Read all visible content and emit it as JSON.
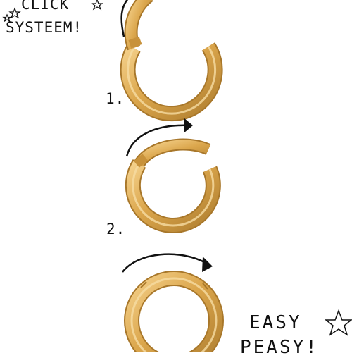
{
  "texts": {
    "click": "CLICK",
    "systeem": "SYSTEEM!",
    "step1": "1.",
    "step2": "2.",
    "easy": "EASY",
    "peasy": "PEASY!"
  },
  "colors": {
    "gold": "#dba64c",
    "gold_light": "#f2cf85",
    "gold_dark": "#a8772a",
    "ink": "#111111"
  },
  "icons": [
    "star-icon",
    "curved-arrow-icon"
  ]
}
